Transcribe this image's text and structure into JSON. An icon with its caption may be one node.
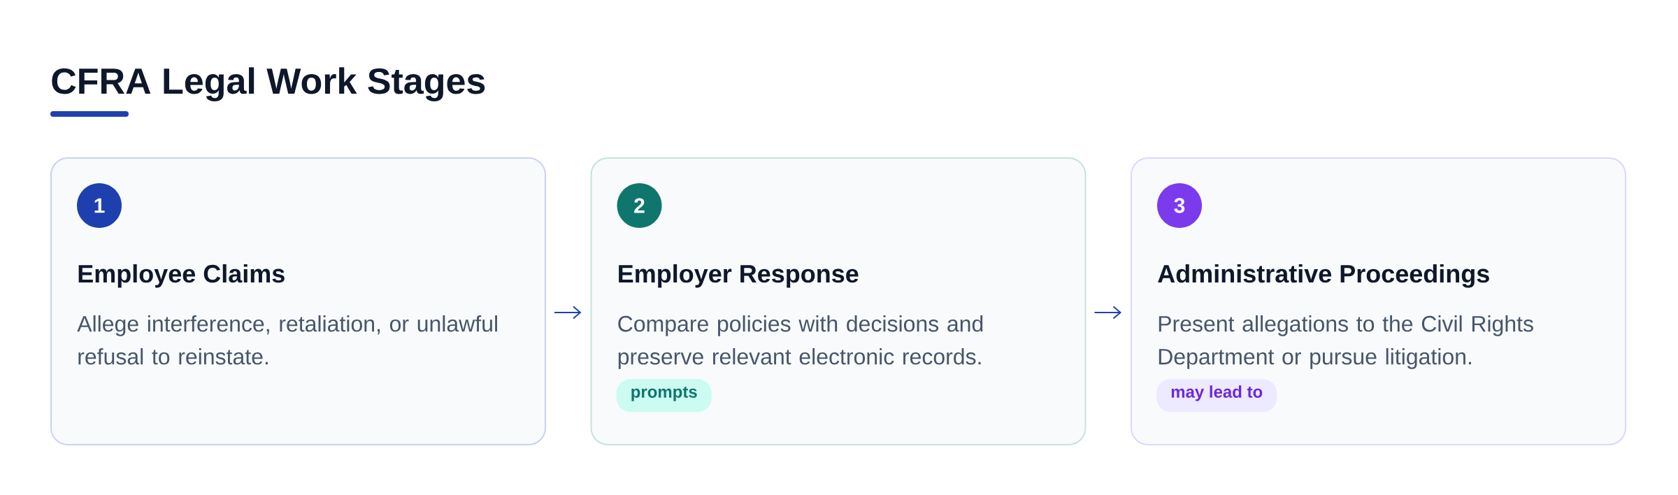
{
  "diagram": {
    "title": "CFRA Legal Work Stages",
    "nodes": [
      {
        "text": [
          "Employee Claims",
          "Allege interference, retaliation, or unlawful refusal to reinstate."
        ]
      },
      {
        "text": [
          "1"
        ],
        "in": 0
      },
      {
        "text": [
          "Employer Response",
          "Compare policies with decisions and preserve relevant electronic records."
        ]
      },
      {
        "text": [
          "2"
        ],
        "in": 2
      },
      {
        "text": [
          "prompts"
        ],
        "in": 2
      },
      {
        "text": [
          "Administrative Proceedings",
          "Present allegations to the Civil Rights Department or pursue litigation."
        ]
      },
      {
        "text": [
          "3"
        ],
        "in": 5
      },
      {
        "text": [
          "may lead to"
        ],
        "in": 5
      }
    ],
    "edges": [
      {
        "from": 0,
        "to": 2,
        "arrow": "to"
      },
      {
        "from": 2,
        "to": 5,
        "arrow": "to"
      }
    ]
  }
}
